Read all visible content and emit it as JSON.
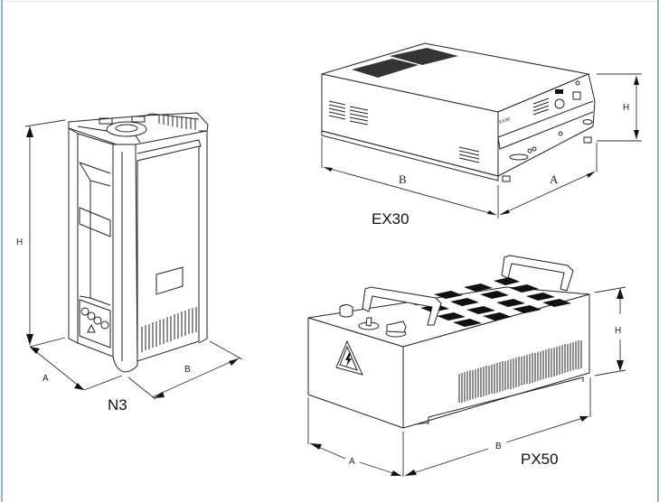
{
  "figure": {
    "description": "Dimension drawings of three devices",
    "frame_color": "#8fb3bf"
  },
  "devices": [
    {
      "model": "N3",
      "dimensions": {
        "height_label": "H",
        "depth_label": "A",
        "width_label": "B"
      }
    },
    {
      "model": "EX30",
      "dimensions": {
        "height_label": "H",
        "depth_label": "A",
        "width_label": "B"
      },
      "front_badge": "EX30"
    },
    {
      "model": "PX50",
      "dimensions": {
        "height_label": "H",
        "depth_label": "A",
        "width_label": "B"
      },
      "warning_icon": "high-voltage-warning"
    }
  ]
}
